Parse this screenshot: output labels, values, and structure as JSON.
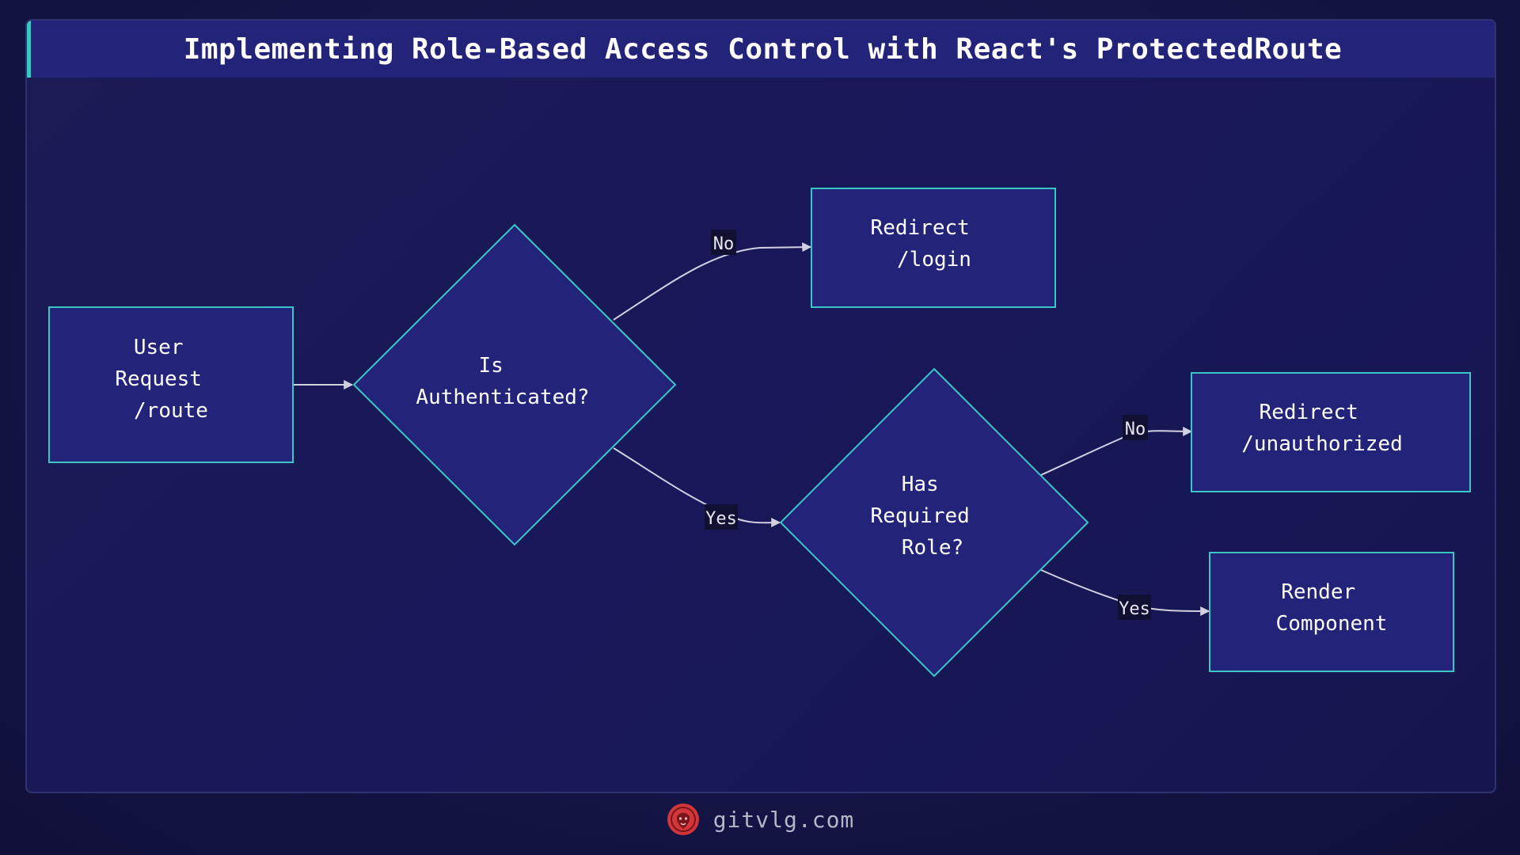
{
  "title": "Implementing Role-Based Access Control with React's ProtectedRoute",
  "colors": {
    "node_fill": "#23237a",
    "node_stroke": "#3cc7c7",
    "edge": "#d0d0e0",
    "label_bg": "#101033",
    "logo": "#d2353a"
  },
  "nodes": {
    "user_request": {
      "lines": [
        "User",
        "Request",
        "/route"
      ]
    },
    "is_authenticated": {
      "lines": [
        "Is",
        "Authenticated?"
      ]
    },
    "redirect_login": {
      "lines": [
        "Redirect",
        "/login"
      ]
    },
    "has_required_role": {
      "lines": [
        "Has",
        "Required",
        "Role?"
      ]
    },
    "redirect_unauthorized": {
      "lines": [
        "Redirect",
        "/unauthorized"
      ]
    },
    "render_component": {
      "lines": [
        "Render",
        "Component"
      ]
    }
  },
  "edges": [
    {
      "from": "user_request",
      "to": "is_authenticated",
      "label": ""
    },
    {
      "from": "is_authenticated",
      "to": "redirect_login",
      "label": "No"
    },
    {
      "from": "is_authenticated",
      "to": "has_required_role",
      "label": "Yes"
    },
    {
      "from": "has_required_role",
      "to": "redirect_unauthorized",
      "label": "No"
    },
    {
      "from": "has_required_role",
      "to": "render_component",
      "label": "Yes"
    }
  ],
  "footer": {
    "site": "gitvlg.com",
    "logo_icon": "lion-head-icon"
  }
}
